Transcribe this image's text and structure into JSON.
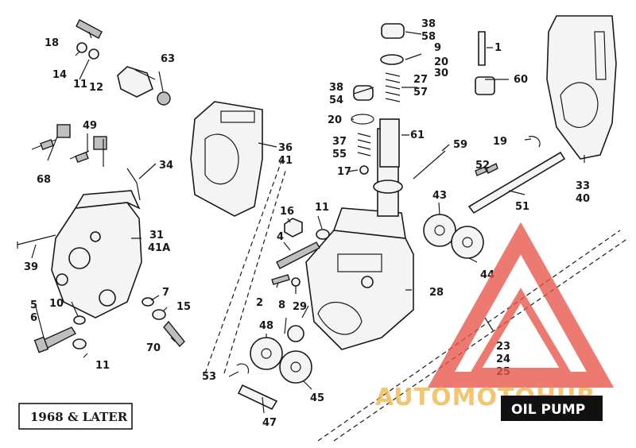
{
  "diagram": {
    "labels": [
      "1",
      "2",
      "4",
      "5",
      "6",
      "7",
      "8",
      "9",
      "10",
      "11",
      "11",
      "11",
      "12",
      "14",
      "15",
      "16",
      "17",
      "18",
      "19",
      "20",
      "20",
      "23",
      "24",
      "25",
      "27",
      "28",
      "29",
      "30",
      "31",
      "33",
      "34",
      "36",
      "37",
      "38",
      "38",
      "39",
      "40",
      "41",
      "41A",
      "43",
      "44",
      "45",
      "47",
      "48",
      "49",
      "51",
      "52",
      "53",
      "54",
      "55",
      "57",
      "58",
      "59",
      "60",
      "61",
      "63",
      "68",
      "70"
    ]
  },
  "boxes": {
    "year_label": "1968 & LATER",
    "title_label": "OIL PUMP"
  },
  "watermark": {
    "brand": "AUTOMOTOHUB",
    "color_primary": "#e8554a",
    "color_text": "#f2b64a"
  }
}
